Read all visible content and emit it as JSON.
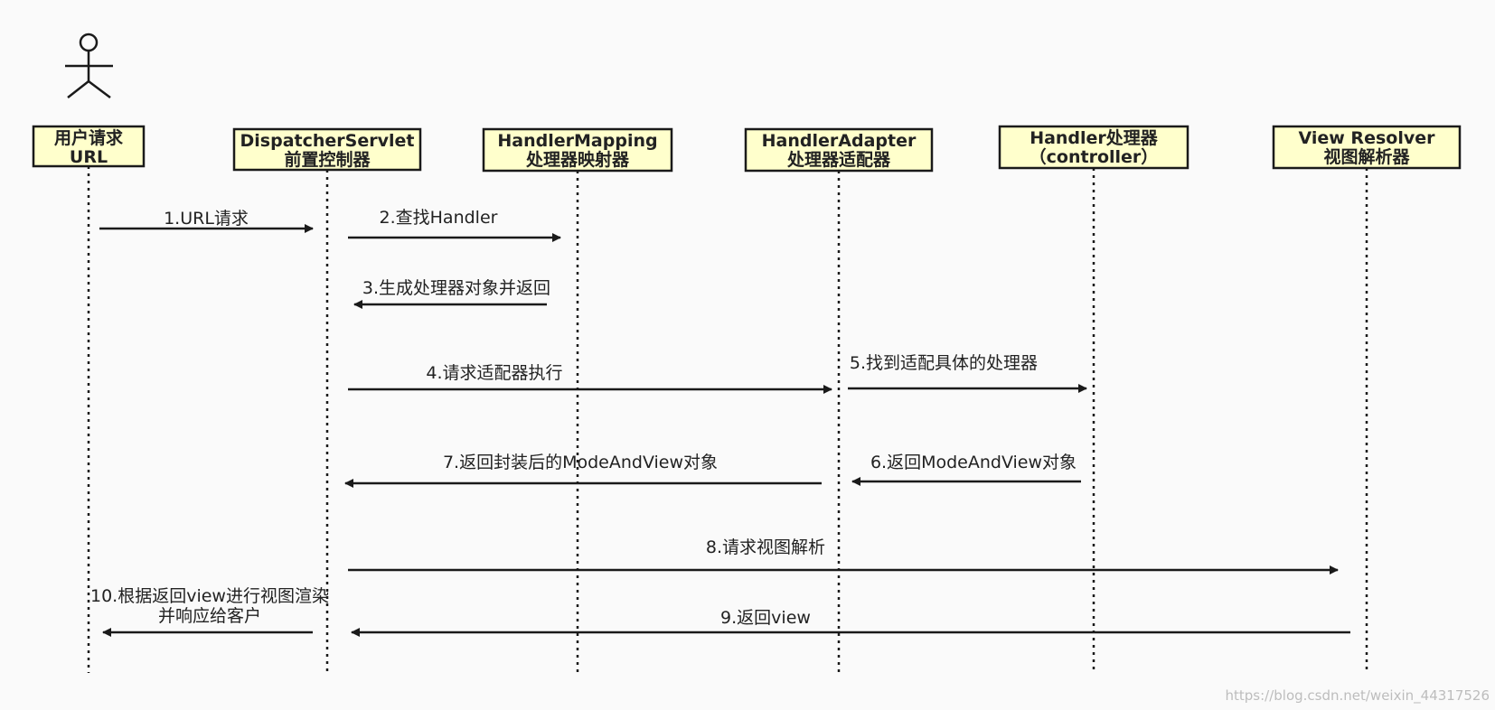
{
  "colors": {
    "box_fill": "#ffffcc",
    "stroke": "#1a1a1a",
    "background": "#fafafa",
    "watermark": "#bdbdbd"
  },
  "actor": {
    "icon": "stick-figure-icon"
  },
  "participants": [
    {
      "id": "user",
      "line1": "用户请求",
      "line2": "URL"
    },
    {
      "id": "dispatcher",
      "line1": "DispatcherServlet",
      "line2": "前置控制器"
    },
    {
      "id": "mapping",
      "line1": "HandlerMapping",
      "line2": "处理器映射器"
    },
    {
      "id": "adapter",
      "line1": "HandlerAdapter",
      "line2": "处理器适配器"
    },
    {
      "id": "handler",
      "line1": "Handler处理器",
      "line2": "（controller）"
    },
    {
      "id": "resolver",
      "line1": "View Resolver",
      "line2": "视图解析器"
    }
  ],
  "messages": [
    {
      "id": "m1",
      "from": "user",
      "to": "dispatcher",
      "lines": [
        "1.URL请求"
      ]
    },
    {
      "id": "m2",
      "from": "dispatcher",
      "to": "mapping",
      "lines": [
        "2.查找Handler"
      ]
    },
    {
      "id": "m3",
      "from": "mapping",
      "to": "dispatcher",
      "lines": [
        "3.生成处理器对象并返回"
      ]
    },
    {
      "id": "m4",
      "from": "dispatcher",
      "to": "adapter",
      "lines": [
        "4.请求适配器执行"
      ]
    },
    {
      "id": "m5",
      "from": "adapter",
      "to": "handler",
      "lines": [
        "5.找到适配具体的处理器"
      ]
    },
    {
      "id": "m6",
      "from": "handler",
      "to": "adapter",
      "lines": [
        "6.返回ModeAndView对象"
      ]
    },
    {
      "id": "m7",
      "from": "adapter",
      "to": "dispatcher",
      "lines": [
        "7.返回封装后的ModeAndView对象"
      ]
    },
    {
      "id": "m8",
      "from": "dispatcher",
      "to": "resolver",
      "lines": [
        "8.请求视图解析"
      ]
    },
    {
      "id": "m9",
      "from": "resolver",
      "to": "dispatcher",
      "lines": [
        "9.返回view"
      ]
    },
    {
      "id": "m10",
      "from": "dispatcher",
      "to": "user",
      "lines": [
        "10.根据返回view进行视图渲染",
        "并响应给客户"
      ]
    }
  ],
  "watermark": "https://blog.csdn.net/weixin_44317526"
}
